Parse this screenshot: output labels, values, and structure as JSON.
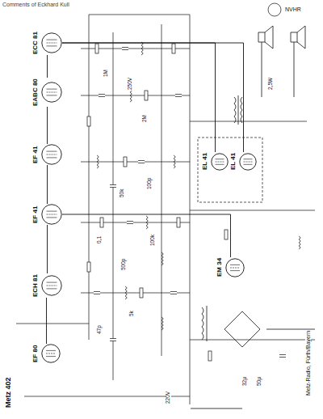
{
  "diagram": {
    "title": "Metz 402",
    "nodes": [
      {
        "text": [
          "ECC 81"
        ]
      },
      {
        "text": [
          "EABC 80"
        ]
      },
      {
        "text": [
          "EF 41"
        ]
      },
      {
        "text": [
          "EF 41"
        ]
      },
      {
        "text": [
          "ECH 81"
        ]
      },
      {
        "text": [
          "EF 80"
        ]
      },
      {
        "text": [
          "EL 41"
        ]
      },
      {
        "text": [
          "EL 41"
        ]
      },
      {
        "text": [
          "EM 34"
        ]
      }
    ],
    "edges": [
      {
        "from": 5,
        "to": 4,
        "arrow": "none"
      },
      {
        "from": 4,
        "to": 3,
        "arrow": "none"
      },
      {
        "from": 3,
        "to": 2,
        "arrow": "none"
      },
      {
        "from": 2,
        "to": 1,
        "arrow": "none"
      },
      {
        "from": 1,
        "to": 0,
        "arrow": "none"
      },
      {
        "from": 0,
        "to": 6,
        "arrow": "none"
      },
      {
        "from": 0,
        "to": 7,
        "arrow": "none"
      },
      {
        "from": 3,
        "to": 8,
        "arrow": "none"
      }
    ],
    "labels": [
      "Comments of Eckhard Kull",
      "NVHR",
      "Metz-Radio, Fürth/Bayern",
      "250V",
      "220V",
      "1M",
      "2M",
      "50k",
      "100k",
      "0,1",
      "5k",
      "47p",
      "100p",
      "500p",
      "32µ",
      "50µ",
      "2,5W"
    ]
  }
}
